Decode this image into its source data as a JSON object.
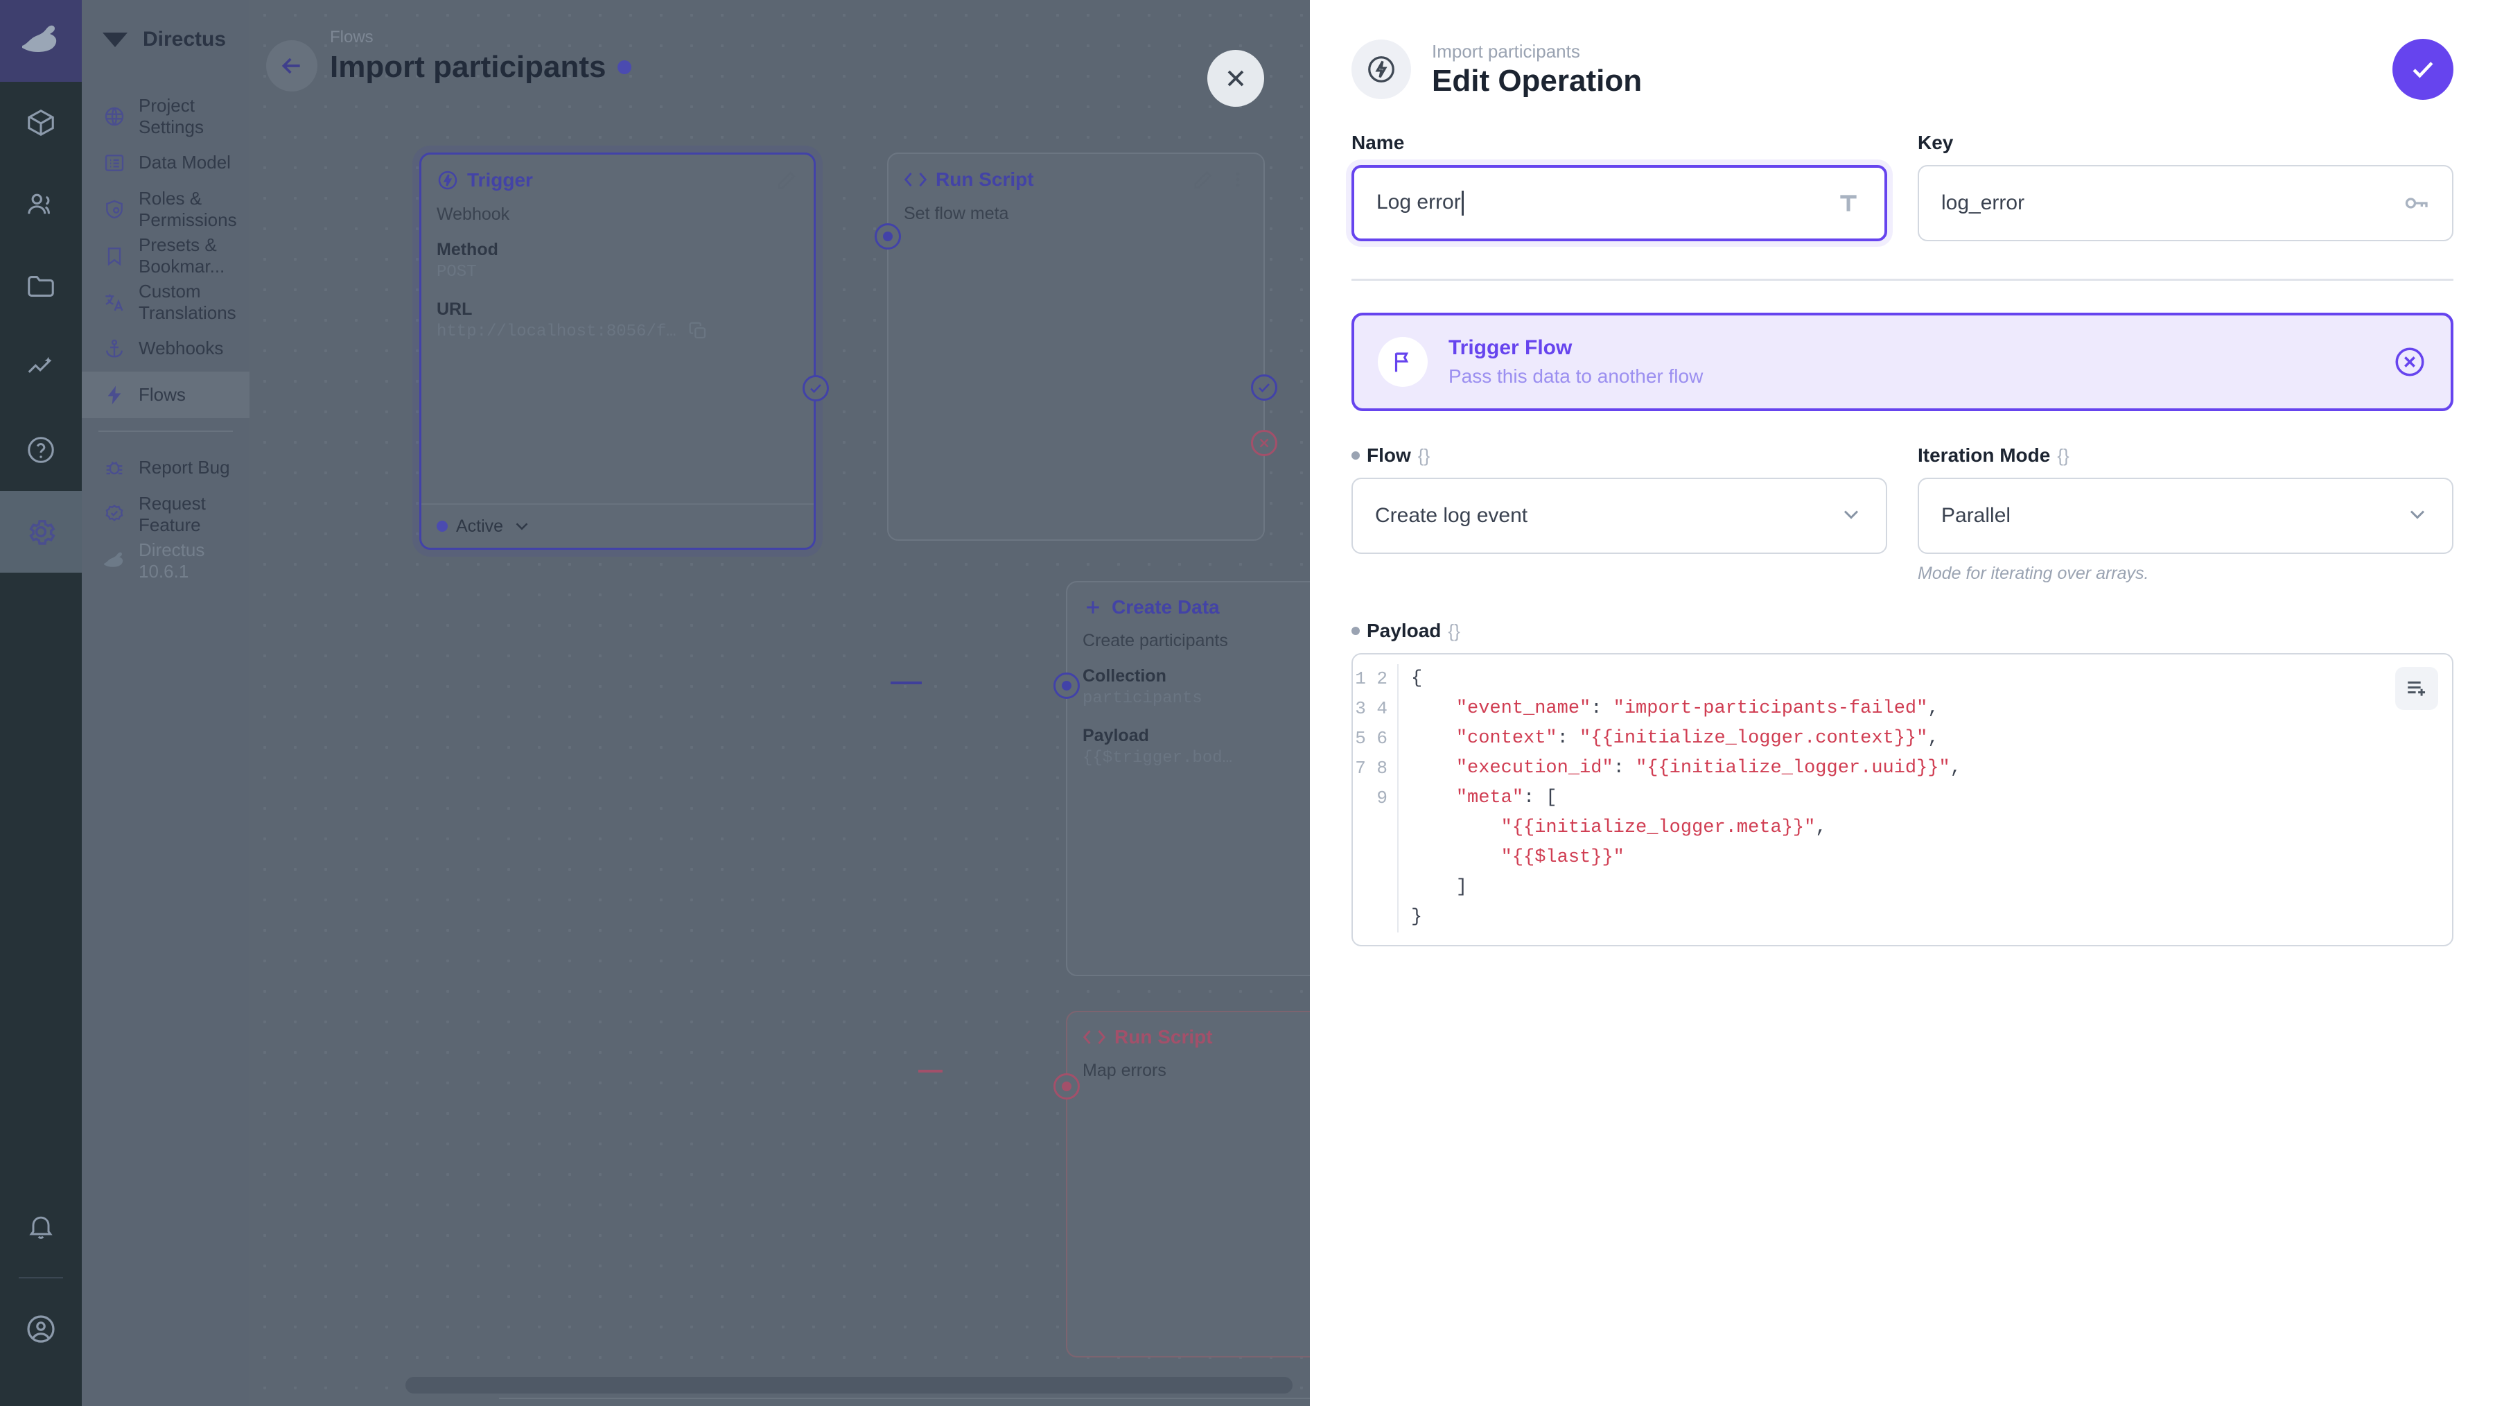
{
  "module_bar": {
    "logo_icon": "directus-rabbit-logo",
    "items": [
      {
        "name": "content-module",
        "icon": "box-icon",
        "active": false
      },
      {
        "name": "users-module",
        "icon": "people-icon",
        "active": false
      },
      {
        "name": "files-module",
        "icon": "folder-icon",
        "active": false
      },
      {
        "name": "insights-module",
        "icon": "insights-icon",
        "active": false
      },
      {
        "name": "docs-module",
        "icon": "help-circle-icon",
        "active": false
      },
      {
        "name": "settings-module",
        "icon": "gear-icon",
        "active": true
      }
    ],
    "bottom": [
      {
        "name": "notifications",
        "icon": "bell-icon"
      },
      {
        "name": "account",
        "icon": "account-circle-icon"
      }
    ]
  },
  "sidebar": {
    "brand": "Directus",
    "brand_icon": "directus-mark-icon",
    "items": [
      {
        "label": "Project Settings",
        "icon": "public-globe-icon",
        "active": false
      },
      {
        "label": "Data Model",
        "icon": "list-alt-icon",
        "active": false
      },
      {
        "label": "Roles & Permissions",
        "icon": "admin-shield-icon",
        "active": false
      },
      {
        "label": "Presets & Bookmar...",
        "icon": "bookmark-icon",
        "active": false
      },
      {
        "label": "Custom Translations",
        "icon": "translate-icon",
        "active": false
      },
      {
        "label": "Webhooks",
        "icon": "anchor-icon",
        "active": false
      },
      {
        "label": "Flows",
        "icon": "bolt-icon",
        "active": true
      }
    ],
    "footer_items": [
      {
        "label": "Report Bug",
        "icon": "bug-report-icon"
      },
      {
        "label": "Request Feature",
        "icon": "verified-icon"
      },
      {
        "label": "Directus 10.6.1",
        "icon": "directus-rabbit-icon",
        "muted": true
      }
    ]
  },
  "canvas": {
    "breadcrumb": "Flows",
    "title": "Import participants",
    "status_dot_color": "#4b4bb0",
    "back_icon": "arrow-left-icon",
    "close_icon": "close-icon",
    "nodes": [
      {
        "name": "trigger-node",
        "title": "Trigger",
        "icon": "bolt-circle-icon",
        "subtitle": "Webhook",
        "fields": [
          {
            "label": "Method",
            "value": "POST"
          },
          {
            "label": "URL",
            "value": "http://localhost:8056/f…"
          }
        ],
        "status": "Active",
        "edit_icon": "pencil-icon",
        "copy_icon": "copy-icon",
        "chevron_icon": "chevron-down-icon"
      },
      {
        "name": "run-script-node",
        "title": "Run Script",
        "icon": "code-brackets-icon",
        "subtitle": "Set flow meta",
        "edit_icon": "pencil-icon",
        "menu_icon": "more-vertical-icon"
      },
      {
        "name": "create-data-node",
        "title": "Create Data",
        "icon": "plus-icon",
        "subtitle": "Create participants",
        "fields": [
          {
            "label": "Collection",
            "value": "participants"
          },
          {
            "label": "Payload",
            "value": "{{$trigger.bod…"
          }
        ]
      },
      {
        "name": "map-errors-node",
        "title": "Run Script",
        "icon": "code-brackets-icon",
        "subtitle": "Map errors",
        "error": true
      }
    ]
  },
  "drawer": {
    "breadcrumb": "Import participants",
    "title": "Edit Operation",
    "header_icon": "bolt-circle-icon",
    "save_icon": "check-icon",
    "accent_color": "#6644ee",
    "name_field": {
      "label": "Name",
      "value": "Log error",
      "icon": "text-format-icon",
      "focused": true
    },
    "key_field": {
      "label": "Key",
      "value": "log_error",
      "icon": "key-icon",
      "focused": false
    },
    "operation": {
      "name": "Trigger Flow",
      "description": "Pass this data to another flow",
      "icon": "flag-icon",
      "remove_icon": "close-circle-icon"
    },
    "flow_field": {
      "label": "Flow",
      "braces": "{}",
      "value": "Create log event",
      "chevron_icon": "chevron-down-icon",
      "required": true
    },
    "iteration_field": {
      "label": "Iteration Mode",
      "braces": "{}",
      "value": "Parallel",
      "chevron_icon": "chevron-down-icon",
      "hint": "Mode for iterating over arrays."
    },
    "payload_field": {
      "label": "Payload",
      "braces": "{}",
      "required": true,
      "toolbar_icon": "playlist-add-icon",
      "line_numbers": [
        "1",
        "2",
        "3",
        "4",
        "5",
        "6",
        "7",
        "8",
        "9"
      ],
      "code_lines": [
        {
          "indent": 0,
          "segments": [
            {
              "t": "{",
              "k": "p"
            }
          ]
        },
        {
          "indent": 1,
          "segments": [
            {
              "t": "\"event_name\"",
              "k": "s"
            },
            {
              "t": ": ",
              "k": "p"
            },
            {
              "t": "\"import-participants-failed\"",
              "k": "s"
            },
            {
              "t": ",",
              "k": "p"
            }
          ]
        },
        {
          "indent": 1,
          "segments": [
            {
              "t": "\"context\"",
              "k": "s"
            },
            {
              "t": ": ",
              "k": "p"
            },
            {
              "t": "\"{{initialize_logger.context}}\"",
              "k": "s"
            },
            {
              "t": ",",
              "k": "p"
            }
          ]
        },
        {
          "indent": 1,
          "segments": [
            {
              "t": "\"execution_id\"",
              "k": "s"
            },
            {
              "t": ": ",
              "k": "p"
            },
            {
              "t": "\"{{initialize_logger.uuid}}\"",
              "k": "s"
            },
            {
              "t": ",",
              "k": "p"
            }
          ]
        },
        {
          "indent": 1,
          "segments": [
            {
              "t": "\"meta\"",
              "k": "s"
            },
            {
              "t": ": [",
              "k": "p"
            }
          ]
        },
        {
          "indent": 2,
          "segments": [
            {
              "t": "\"{{initialize_logger.meta}}\"",
              "k": "s"
            },
            {
              "t": ",",
              "k": "p"
            }
          ]
        },
        {
          "indent": 2,
          "segments": [
            {
              "t": "\"{{$last}}\"",
              "k": "s"
            }
          ]
        },
        {
          "indent": 1,
          "segments": [
            {
              "t": "]",
              "k": "p"
            }
          ]
        },
        {
          "indent": 0,
          "segments": [
            {
              "t": "}",
              "k": "p"
            }
          ]
        }
      ]
    }
  }
}
